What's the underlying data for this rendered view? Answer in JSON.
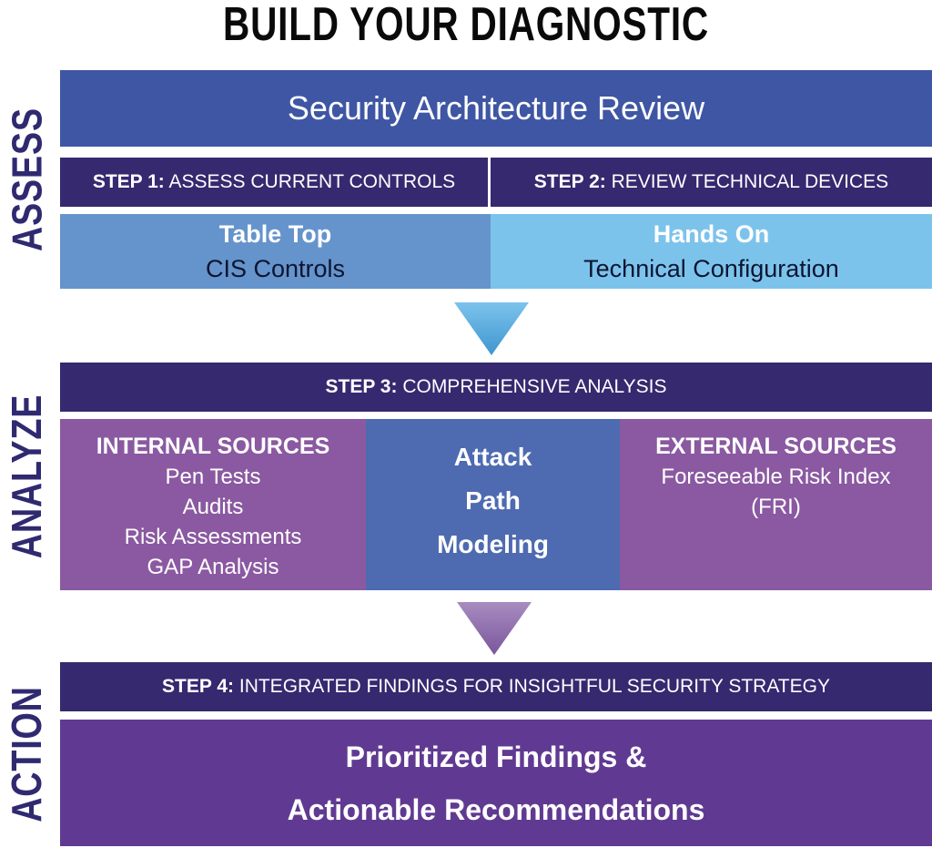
{
  "title": "BUILD YOUR DIAGNOSTIC",
  "phases": {
    "assess": "ASSESS",
    "analyze": "ANALYZE",
    "action": "ACTION"
  },
  "assess": {
    "banner": "Security Architecture Review",
    "step1": {
      "bold": "STEP 1:",
      "text": "ASSESS CURRENT CONTROLS"
    },
    "step2": {
      "bold": "STEP 2:",
      "text": "REVIEW TECHNICAL DEVICES"
    },
    "left_box": {
      "heading": "Table Top",
      "text": "CIS Controls"
    },
    "right_box": {
      "heading": "Hands On",
      "text": "Technical Configuration"
    }
  },
  "analyze": {
    "step3": {
      "bold": "STEP 3:",
      "text": "COMPREHENSIVE ANALYSIS"
    },
    "internal": {
      "heading": "INTERNAL SOURCES",
      "items": [
        "Pen Tests",
        "Audits",
        "Risk Assessments",
        "GAP Analysis"
      ]
    },
    "center": [
      "Attack",
      "Path",
      "Modeling"
    ],
    "external": {
      "heading": "EXTERNAL SOURCES",
      "items": [
        "Foreseeable Risk Index",
        "(FRI)"
      ]
    }
  },
  "action": {
    "step4": {
      "bold": "STEP 4:",
      "text": "INTEGRATED FINDINGS FOR INSIGHTFUL SECURITY STRATEGY"
    },
    "result": [
      "Prioritized Findings &",
      "Actionable Recommendations"
    ]
  },
  "colors": {
    "dark_header": "#36296f",
    "banner_blue": "#3f56a4",
    "table_top": "#6594cc",
    "hands_on": "#7cc3ec",
    "source_purple": "#8a59a1",
    "center_blue": "#4e6bb1",
    "final_purple": "#603a92",
    "phase_text": "#2f2a70"
  }
}
